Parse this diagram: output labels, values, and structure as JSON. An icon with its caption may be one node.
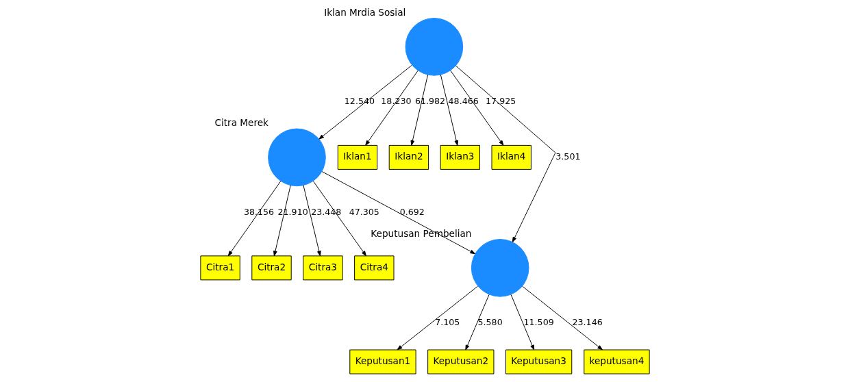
{
  "diagram": {
    "nodes": [
      {
        "text": [
          "Citra1"
        ]
      },
      {
        "text": [
          "Citra2"
        ]
      },
      {
        "text": [
          "Citra3"
        ]
      },
      {
        "text": [
          "Citra4"
        ]
      },
      {
        "text": [],
        "shape": "circle",
        "beside": [
          "Citra Merek"
        ]
      },
      {
        "text": [
          "Iklan1"
        ]
      },
      {
        "text": [
          "Iklan2"
        ]
      },
      {
        "text": [
          "Iklan3"
        ]
      },
      {
        "text": [
          "Iklan4"
        ]
      },
      {
        "text": [],
        "shape": "circle",
        "beside": [
          "Iklan Mrdia Sosial"
        ]
      },
      {
        "text": [],
        "shape": "circle",
        "beside": [
          "Keputusan Pembelian"
        ]
      },
      {
        "text": [
          "Keputusan1"
        ]
      },
      {
        "text": [
          "Keputusan2"
        ]
      },
      {
        "text": [
          "Keputusan3"
        ]
      },
      {
        "text": [
          "keputusan4"
        ]
      }
    ],
    "edges": [
      {
        "from": 4,
        "to": 0,
        "arrow": "to",
        "label": "38.156"
      },
      {
        "from": 4,
        "to": 1,
        "arrow": "to",
        "label": "21.910"
      },
      {
        "from": 4,
        "to": 2,
        "arrow": "to",
        "label": "23.448"
      },
      {
        "from": 4,
        "to": 3,
        "arrow": "to",
        "label": "47.305"
      },
      {
        "from": 9,
        "to": 4,
        "arrow": "to",
        "label": "12.540"
      },
      {
        "from": 4,
        "to": 10,
        "arrow": "to",
        "label": "0.692"
      },
      {
        "from": 9,
        "to": 10,
        "arrow": "to",
        "label": "3.501"
      },
      {
        "from": 9,
        "to": 5,
        "arrow": "to",
        "label": "18.230"
      },
      {
        "from": 9,
        "to": 6,
        "arrow": "to",
        "label": "61.982"
      },
      {
        "from": 9,
        "to": 7,
        "arrow": "to",
        "label": "48.466"
      },
      {
        "from": 9,
        "to": 8,
        "arrow": "to",
        "label": "17.925"
      },
      {
        "from": 10,
        "to": 11,
        "arrow": "to",
        "label": "7.105"
      },
      {
        "from": 10,
        "to": 12,
        "arrow": "to",
        "label": "5.580"
      },
      {
        "from": 10,
        "to": 13,
        "arrow": "to",
        "label": "11.509"
      },
      {
        "from": 10,
        "to": 14,
        "arrow": "to",
        "label": "23.146"
      }
    ]
  }
}
